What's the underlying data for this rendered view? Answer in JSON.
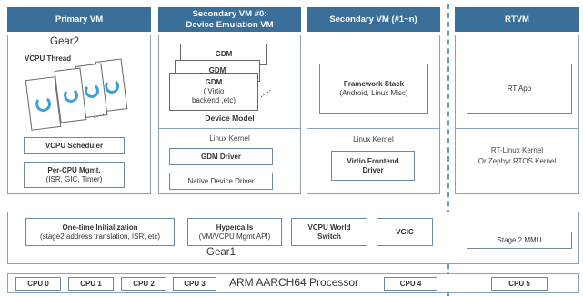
{
  "headers": {
    "primary": "Primary VM",
    "secondary0_line1": "Secondary VM #0:",
    "secondary0_line2": "Device Emulation VM",
    "secondaryN": "Secondary VM (#1~n)",
    "rtvm": "RTVM"
  },
  "primary": {
    "gear2": "Gear2",
    "vcpu_thread": "VCPU Thread",
    "vcpu_scheduler": "VCPU Scheduler",
    "percpu_line1": "Per-CPU Mgmt.",
    "percpu_line2": "(ISR, GIC, Timer)"
  },
  "secondary0": {
    "gdm_back2": "GDM",
    "gdm_back1": "GDM",
    "gdm_front_line1": "GDM",
    "gdm_front_line2": "( Virtio",
    "gdm_front_line3": "backend ,etc)",
    "dots": ".....",
    "device_model": "Device Model",
    "linux_kernel": "Linux Kernel",
    "gdm_driver": "GDM Driver",
    "native_driver": "Native Device Driver"
  },
  "secondaryN": {
    "framework_line1": "Framework Stack",
    "framework_line2": "(Android, Linux Misc)",
    "linux_kernel": "Linux Kernel",
    "virtio_line1": "Virtio Frontend",
    "virtio_line2": "Driver"
  },
  "rtvm": {
    "rt_app": "RT App",
    "kernel_line1": "RT-Linux Kernel",
    "kernel_line2": "Or Zephyr RTOS Kernel"
  },
  "gear1": {
    "label": "Gear1",
    "onetime_line1": "One-time Initialization",
    "onetime_line2": "(stage2 address translation, ISR, etc)",
    "hypercalls_line1": "Hypercalls",
    "hypercalls_line2": "(VM/VCPU Mgmt API)",
    "vcpu_switch_line1": "VCPU World",
    "vcpu_switch_line2": "Switch",
    "vgic": "VGIC",
    "stage2_mmu": "Stage 2 MMU"
  },
  "processor": {
    "label": "ARM AARCH64 Processor",
    "cpus": [
      "CPU 0",
      "CPU 1",
      "CPU 2",
      "CPU 3",
      "CPU 4",
      "CPU 5"
    ]
  },
  "colors": {
    "header": "#3a6f99",
    "border": "#6c8aa3",
    "divider": "#5fa2b8",
    "icon": "#3aa3d6"
  }
}
